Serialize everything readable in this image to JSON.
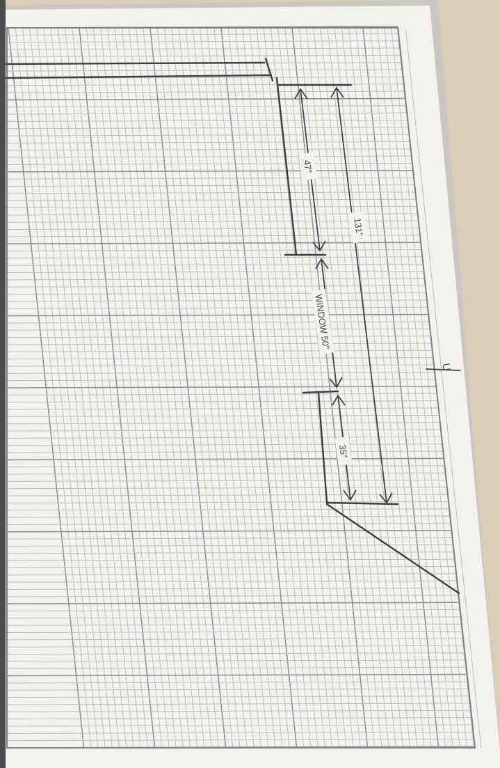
{
  "drawing": {
    "dimensions": {
      "wall_left": "47\"",
      "wall_total": "131\"",
      "window": "WINDOW 50\"",
      "wall_right": "35\""
    },
    "marker_letter": "U"
  },
  "colors": {
    "background": "#d8cdb6",
    "paper": "#f3f2ee",
    "grid_minor": "#b9bcbe",
    "grid_major": "#8f9396",
    "ink": "#3f3f3f",
    "dark_edge": "#4a4b4d"
  }
}
